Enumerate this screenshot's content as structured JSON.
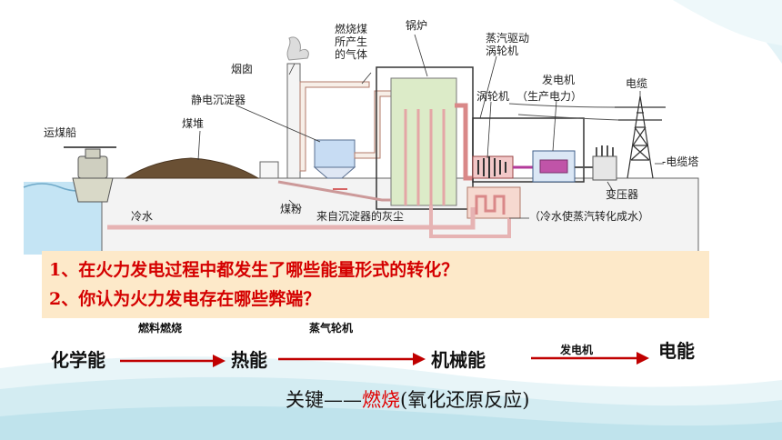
{
  "diagram": {
    "labels": {
      "coal_ship": "运煤船",
      "coal_pile": "煤堆",
      "electrostatic_precipitator": "静电沉淀器",
      "chimney": "烟囱",
      "flue_gas": "燃烧煤所产生的气体",
      "boiler": "锅炉",
      "steam_drives_turbine": "蒸汽驱动涡轮机",
      "turbine": "涡轮机",
      "generator": "发电机",
      "generator_note": "（生产电力）",
      "cable": "电缆",
      "cable_tower": "-电缆塔",
      "transformer": "变压器",
      "cold_water": "冷水",
      "coal_powder": "煤粉",
      "ash": "来自沉淀器的灰尘",
      "cooling_note": "（冷水使蒸汽转化成水）"
    }
  },
  "questions": {
    "q1": "1、在火力发电过程中都发生了哪些能量形式的转化？",
    "q2": "2、你认为火力发电存在哪些弊端？"
  },
  "energy_chain": {
    "terms": [
      "化学能",
      "热能",
      "机械能",
      "电能"
    ],
    "drivers": [
      "燃料燃烧",
      "蒸气轮机",
      "发电机"
    ]
  },
  "key": {
    "prefix": "关键——",
    "highlight": "燃烧",
    "suffix": "(氧化还原反应)"
  },
  "colors": {
    "question_text": "#d40000",
    "question_bg": "#fde9c9",
    "arrow": "#c00000",
    "highlight": "#e00000",
    "wave": "#bfe3ec"
  }
}
